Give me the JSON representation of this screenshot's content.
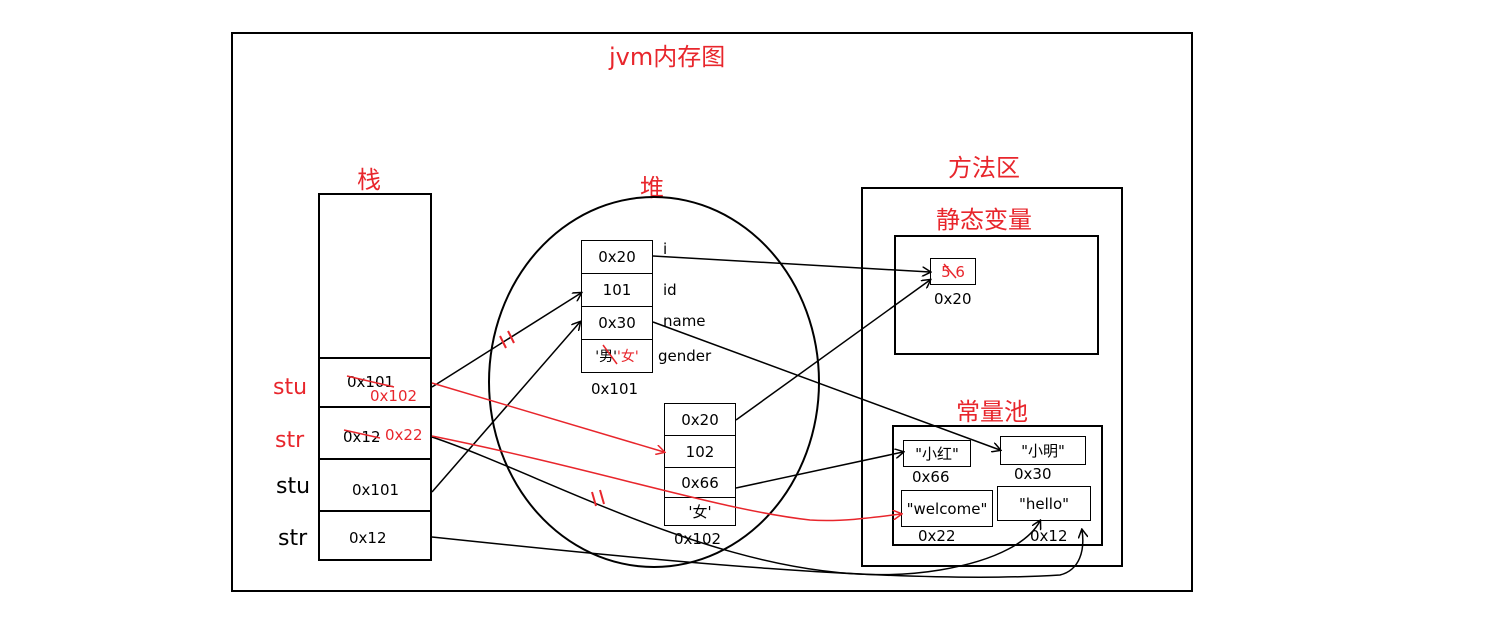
{
  "title": "jvm内存图",
  "stack": {
    "label": "栈",
    "vars": [
      {
        "name": "stu",
        "value_old": "0x101",
        "value_new": "0x102",
        "highlight": true
      },
      {
        "name": "str",
        "value_old": "0x12",
        "value_new": "0x22",
        "highlight": true
      },
      {
        "name": "stu",
        "value": "0x101",
        "highlight": false
      },
      {
        "name": "str",
        "value": "0x12",
        "highlight": false
      }
    ]
  },
  "heap": {
    "label": "堆",
    "object1": {
      "address": "0x101",
      "fields": [
        {
          "value": "0x20",
          "name": "i"
        },
        {
          "value": "101",
          "name": "id"
        },
        {
          "value": "0x30",
          "name": "name"
        },
        {
          "value_old": "'男'",
          "value_new": "'女'",
          "name": "gender"
        }
      ]
    },
    "object2": {
      "address": "0x102",
      "fields": [
        "0x20",
        "102",
        "0x66",
        "'女'"
      ]
    }
  },
  "method_area": {
    "label": "方法区",
    "static_vars": {
      "label": "静态变量",
      "value_old": "5",
      "value_new": "6",
      "address": "0x20"
    },
    "constant_pool": {
      "label": "常量池",
      "items": [
        {
          "text": "\"小红\"",
          "address": "0x66"
        },
        {
          "text": "\"小明\"",
          "address": "0x30"
        },
        {
          "text": "\"welcome\"",
          "address": "0x22"
        },
        {
          "text": "\"hello\"",
          "address": "0x12"
        }
      ]
    }
  },
  "colors": {
    "accent": "#e8262c",
    "line": "#000000"
  }
}
